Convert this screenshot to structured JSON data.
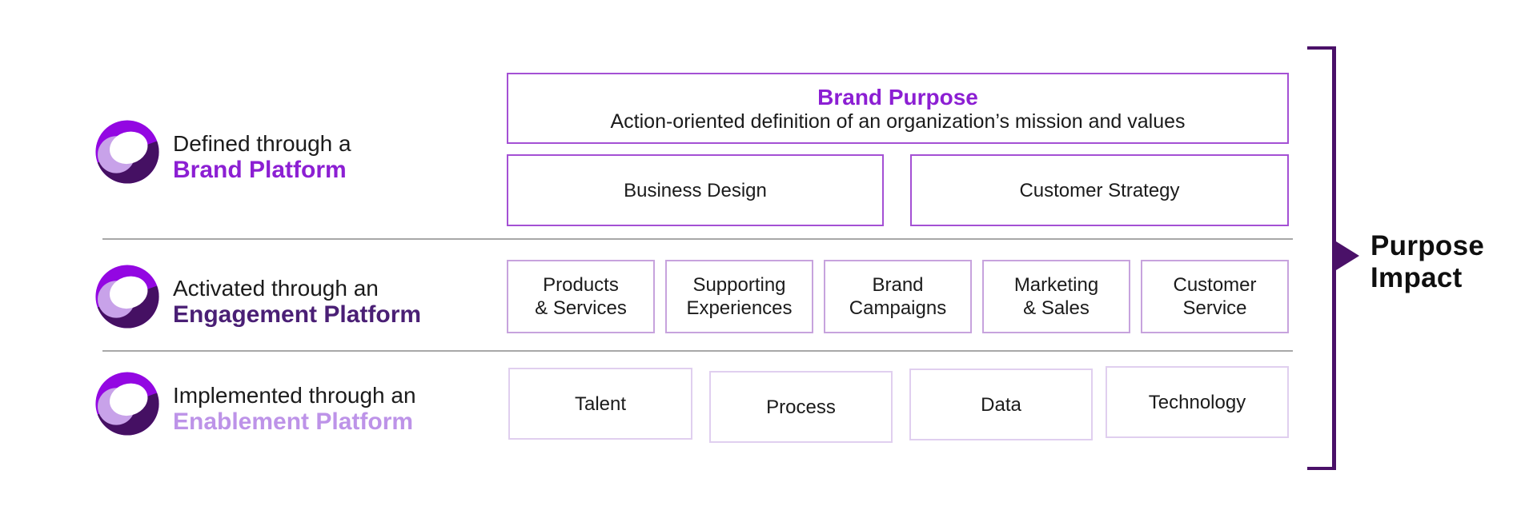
{
  "diagram_title": "Purpose Impact platform diagram",
  "rows": [
    {
      "intro": "Defined through a",
      "platform": "Brand Platform",
      "platform_color": "#8C1FD3",
      "border_color": "#A450D4",
      "header": {
        "title": "Brand Purpose",
        "title_color": "#8C1FD3",
        "subtitle": "Action-oriented definition of an organization’s mission and values"
      },
      "boxes": [
        "Business Design",
        "Customer Strategy"
      ]
    },
    {
      "intro": "Activated through an",
      "platform": "Engagement Platform",
      "platform_color": "#4A1F75",
      "border_color": "#C7A3DD",
      "boxes": [
        "Products\n& Services",
        "Supporting\nExperiences",
        "Brand\nCampaigns",
        "Marketing\n& Sales",
        "Customer\nService"
      ]
    },
    {
      "intro": "Implemented through an",
      "platform": "Enablement Platform",
      "platform_color": "#BD93E8",
      "border_color": "#E0CFEF",
      "boxes": [
        "Talent",
        "Process",
        "Data",
        "Technology"
      ]
    }
  ],
  "impact": {
    "label": "Purpose\nImpact",
    "bracket_color": "#4A1168"
  },
  "logo": {
    "name": "swirl-ring-logo",
    "colors": {
      "bright_violet": "#9307E2",
      "dark_purple": "#451063",
      "lavender": "#C8A2E9"
    }
  },
  "separator_color": "#A8A8A8",
  "background_color": "#FFFFFF",
  "text_color": "#1B1B1B"
}
